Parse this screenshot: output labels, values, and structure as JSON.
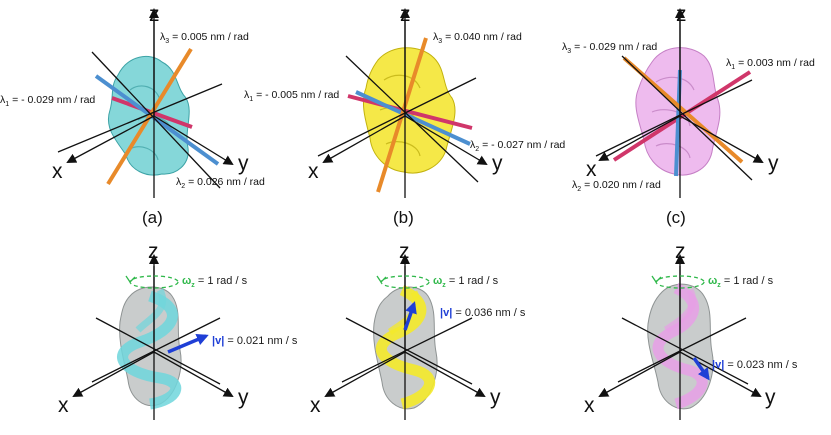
{
  "panels": [
    {
      "caption": "(a)",
      "axes": {
        "x": "x",
        "y": "y",
        "z": "z"
      },
      "lambda1": {
        "symbol": "λ",
        "index": "1",
        "value": " = - 0.029 nm / rad"
      },
      "lambda2": {
        "symbol": "λ",
        "index": "2",
        "value": " = 0.026 nm / rad"
      },
      "lambda3": {
        "symbol": "λ",
        "index": "3",
        "value": " = 0.005 nm / rad"
      },
      "fill_color": "#5cc9cc"
    },
    {
      "caption": "(b)",
      "axes": {
        "x": "x",
        "y": "y",
        "z": "z"
      },
      "lambda1": {
        "symbol": "λ",
        "index": "1",
        "value": " = - 0.005 nm / rad"
      },
      "lambda2": {
        "symbol": "λ",
        "index": "2",
        "value": " = - 0.027 nm / rad"
      },
      "lambda3": {
        "symbol": "λ",
        "index": "3",
        "value": " = 0.040 nm / rad"
      },
      "fill_color": "#f2e21a"
    },
    {
      "caption": "(c)",
      "axes": {
        "x": "x",
        "y": "y",
        "z": "z"
      },
      "lambda1": {
        "symbol": "λ",
        "index": "1",
        "value": " = 0.003 nm / rad"
      },
      "lambda2": {
        "symbol": "λ",
        "index": "2",
        "value": " = 0.020 nm / rad"
      },
      "lambda3": {
        "symbol": "λ",
        "index": "3",
        "value": " = - 0.029 nm / rad"
      },
      "fill_color": "#e8a4e8"
    }
  ],
  "motion": [
    {
      "axes": {
        "x": "x",
        "y": "y",
        "z": "z"
      },
      "omega_symbol": "ω",
      "omega_index": "z",
      "omega_value": " = 1 rad / s",
      "velocity_symbol": "|v|",
      "velocity_value": " = 0.021 nm / s",
      "ribbon_color": "#6fd6dc"
    },
    {
      "axes": {
        "x": "x",
        "y": "y",
        "z": "z"
      },
      "omega_symbol": "ω",
      "omega_index": "z",
      "omega_value": " = 1 rad / s",
      "velocity_symbol": "|v|",
      "velocity_value": " = 0.036 nm / s",
      "ribbon_color": "#f4ea2a"
    },
    {
      "axes": {
        "x": "x",
        "y": "y",
        "z": "z"
      },
      "omega_symbol": "ω",
      "omega_index": "z",
      "omega_value": " = 1 rad / s",
      "velocity_symbol": "|v|",
      "velocity_value": " = 0.023 nm / s",
      "ribbon_color": "#e79fe6"
    }
  ],
  "colors": {
    "lambda1_axis": "#d0366a",
    "lambda2_axis": "#4c8fd0",
    "lambda3_axis": "#e88a2a",
    "omega": "#2fb84a",
    "velocity_arrow": "#1f3fd6",
    "surface_gray": "#bfc3c3"
  }
}
